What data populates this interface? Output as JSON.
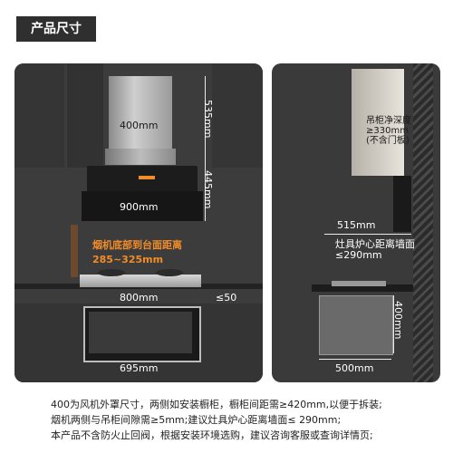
{
  "header": {
    "tag": "产品尺寸"
  },
  "left": {
    "hood_chimney_width": "400mm",
    "hood_chimney_height": "535mm",
    "hood_body_height": "445mm",
    "hood_body_width": "900mm",
    "distance_note_line1": "烟机底部到台面距离",
    "distance_note_line2": "285~325mm",
    "stove_width": "800mm",
    "stove_thickness": "≤50",
    "oven_width": "695mm"
  },
  "right": {
    "cabinet_depth_line1": "吊柜净深度",
    "cabinet_depth_line2": "≥330mm",
    "cabinet_depth_line3": "(不含门板)",
    "hood_depth": "515mm",
    "burner_wall_line1": "灶具炉心距离墙面",
    "burner_wall_line2": "≤290mm",
    "oven_height": "400mm",
    "oven_depth": "500mm"
  },
  "footer": {
    "line1": "400为风机外罩尺寸，两侧如安装橱柜，橱柜间距需≥420mm,以便于拆装;",
    "line2": "烟机两侧与吊柜间隙需≥5mm;建议灶具炉心距离墙面≤ 290mm;",
    "line3": "本产品不含防火止回阀，根据安装环境选购，建议咨询客服或查询详情页;"
  },
  "colors": {
    "accent": "#f28c28",
    "panel": "#3c3c3c",
    "text": "#222222"
  }
}
